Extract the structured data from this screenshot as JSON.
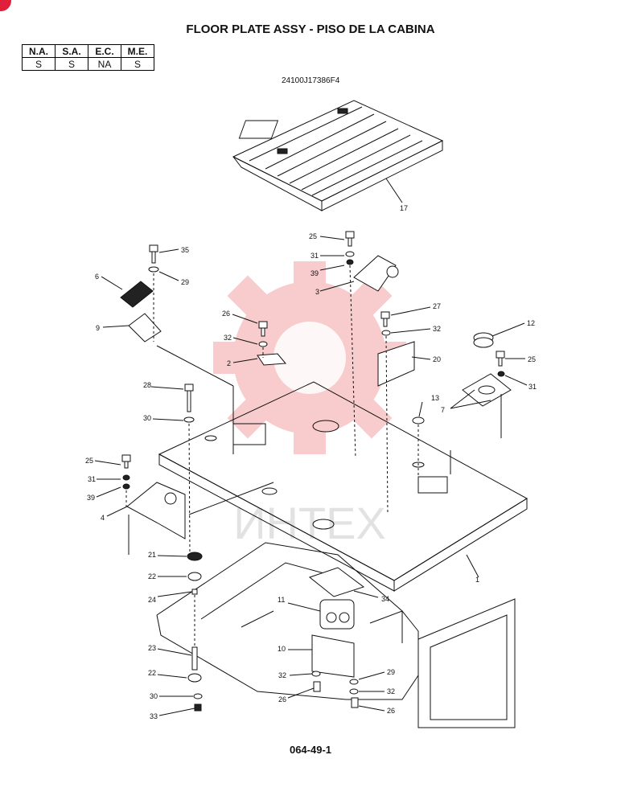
{
  "title": "FLOOR PLATE ASSY - PISO DE LA CABINA",
  "codes_table": {
    "headers": [
      "N.A.",
      "S.A.",
      "E.C.",
      "M.E."
    ],
    "values": [
      "S",
      "S",
      "NA",
      "S"
    ]
  },
  "drawing_number": "24100J17386F4",
  "page_number": "064-49-1",
  "watermark_text": "ИНТЕХ",
  "watermark_color": "#e8474f",
  "callouts": [
    "17",
    "25",
    "31",
    "39",
    "3",
    "35",
    "29",
    "6",
    "9",
    "26",
    "32",
    "2",
    "27",
    "32",
    "20",
    "12",
    "25",
    "31",
    "28",
    "13",
    "7",
    "30",
    "25",
    "31",
    "39",
    "4",
    "1",
    "21",
    "22",
    "24",
    "34",
    "11",
    "10",
    "23",
    "22",
    "29",
    "32",
    "32",
    "30",
    "26",
    "26",
    "33"
  ]
}
